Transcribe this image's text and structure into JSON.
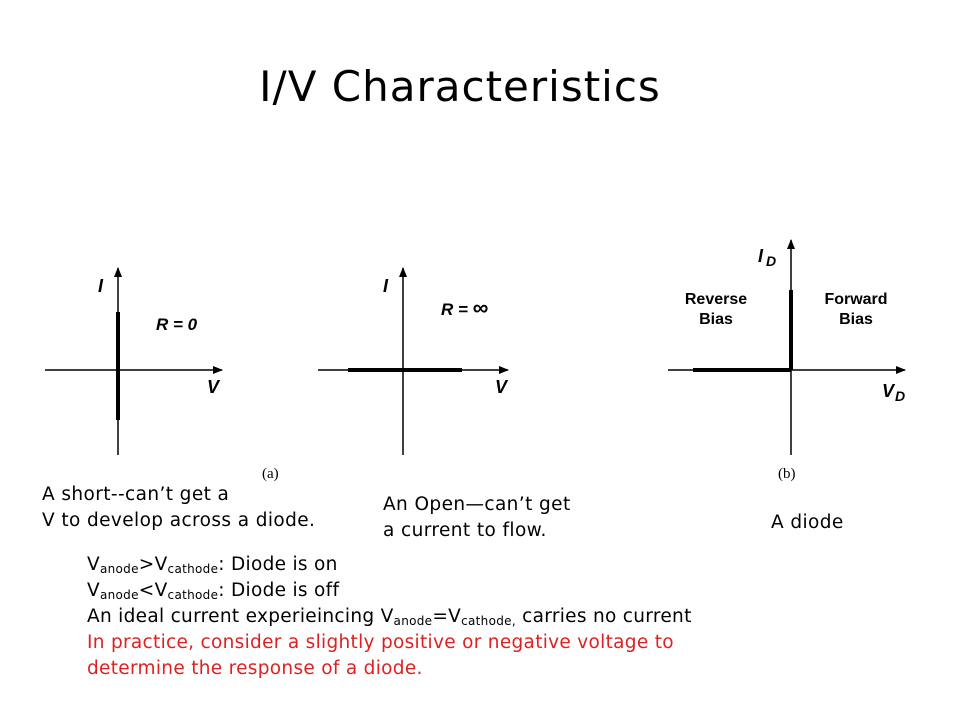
{
  "title": "I/V Characteristics",
  "diagram_a1": {
    "y_axis_label": "I",
    "x_axis_label": "V",
    "annotation": "R = 0"
  },
  "diagram_a2": {
    "y_axis_label": "I",
    "x_axis_label": "V",
    "annotation_prefix": "R = ",
    "annotation_symbol": "∞"
  },
  "part_label_a": "(a)",
  "diagram_b": {
    "y_axis_label": "I",
    "y_axis_sub": "D",
    "x_axis_label": "V",
    "x_axis_sub": "D",
    "reverse_bias_line1": "Reverse",
    "reverse_bias_line2": "Bias",
    "forward_bias_line1": "Forward",
    "forward_bias_line2": "Bias"
  },
  "part_label_b": "(b)",
  "captions": {
    "short_line1": "A short--can’t get a",
    "short_line2": "V to develop across a diode.",
    "open_line1": "An Open—can’t get",
    "open_line2": "a current to flow.",
    "diode": "A diode"
  },
  "notes": {
    "n1_V": "V",
    "n1_sub1": "anode",
    "n1_op": ">V",
    "n1_sub2": "cathode",
    "n1_tail": ": Diode is on",
    "n2_V": "V",
    "n2_sub1": "anode",
    "n2_op": "<V",
    "n2_sub2": "cathode",
    "n2_tail": ": Diode is off",
    "n3_head": "An ideal current experieincing V",
    "n3_sub1": "anode",
    "n3_op": "=V",
    "n3_sub2": "cathode,",
    "n3_tail": " carries no current",
    "red_line1": "In practice, consider a slightly positive or negative voltage to",
    "red_line2": "determine the response of a diode."
  },
  "colors": {
    "text": "#000000",
    "highlight": "#e02020"
  }
}
